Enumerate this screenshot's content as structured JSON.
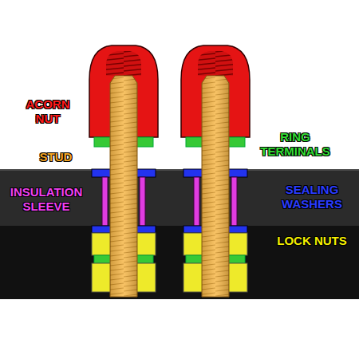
{
  "diagram": {
    "labels": [
      "ACORN NUT",
      "STUD",
      "INSULATION SLEEVE",
      "RING TERMINALS",
      "SEALING WASHERS",
      "LOCK NUTS"
    ]
  }
}
